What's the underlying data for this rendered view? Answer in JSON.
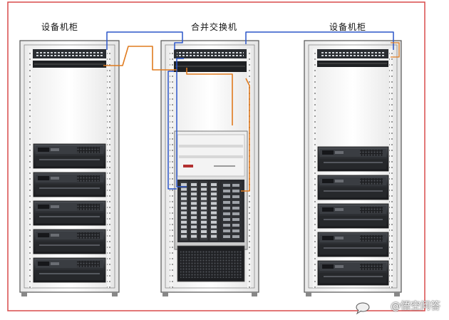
{
  "labels": {
    "left_cabinet": "设备机柜",
    "center_cabinet": "合并交换机",
    "right_cabinet": "设备机柜"
  },
  "watermark": {
    "text": "@悟空问答"
  },
  "colors": {
    "border_frame": "#d94a4a",
    "rack_frame": "#555555",
    "patch_panel": "#2b2e33",
    "server_body": "#2d2f33",
    "switch_chassis": "#cfcfcf",
    "cable_blue": "#2c56c9",
    "cable_orange": "#e07b1f"
  },
  "counts": {
    "left_servers": 5,
    "right_servers": 5
  }
}
